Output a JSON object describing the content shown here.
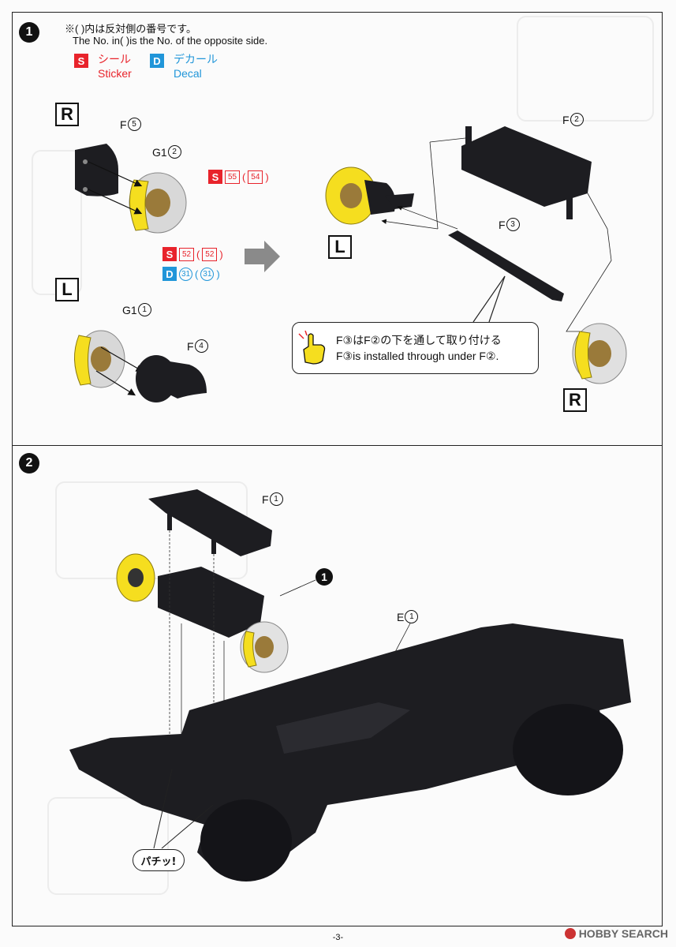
{
  "step1": {
    "number": "1",
    "note_jp": "※(  )内は反対側の番号です。",
    "note_en": "The No. in(  )is the No. of the opposite side.",
    "legend": {
      "sticker_badge": "S",
      "sticker_jp": "シール",
      "sticker_en": "Sticker",
      "decal_badge": "D",
      "decal_jp": "デカール",
      "decal_en": "Decal"
    },
    "right_side_label": "R",
    "left_side_label": "L",
    "parts": {
      "f5": {
        "letter": "F",
        "num": "5"
      },
      "g1_2": {
        "letter": "G1",
        "num": "2"
      },
      "g1_1": {
        "letter": "G1",
        "num": "1"
      },
      "f4": {
        "letter": "F",
        "num": "4"
      },
      "f2": {
        "letter": "F",
        "num": "2"
      },
      "f3": {
        "letter": "F",
        "num": "3"
      }
    },
    "sticker_55": {
      "badge": "S",
      "num": "55",
      "opp": "54"
    },
    "sticker_52": {
      "badge": "S",
      "num": "52",
      "opp": "52"
    },
    "decal_31": {
      "badge": "D",
      "num": "31",
      "opp": "31"
    },
    "callout_jp": "F③はF②の下を通して取り付ける",
    "callout_en": "F③is installed through under F②."
  },
  "step2": {
    "number": "2",
    "ref_step": "1",
    "parts": {
      "f1": {
        "letter": "F",
        "num": "1"
      },
      "e1": {
        "letter": "E",
        "num": "1"
      }
    },
    "click_label": "パチッ!"
  },
  "footer": {
    "page_number": "-3-",
    "watermark": "HOBBY SEARCH"
  },
  "colors": {
    "sticker_red": "#e8232b",
    "decal_blue": "#2196d9",
    "caliper_yellow": "#f5de1f",
    "part_black": "#1d1d21"
  }
}
